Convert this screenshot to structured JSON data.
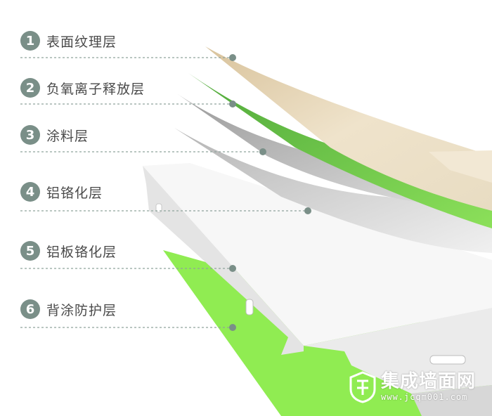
{
  "layers": [
    {
      "num": "1",
      "label": "表面纹理层"
    },
    {
      "num": "2",
      "label": "负氧离子释放层"
    },
    {
      "num": "3",
      "label": "涂料层"
    },
    {
      "num": "4",
      "label": "铝铬化层"
    },
    {
      "num": "5",
      "label": "铝板铬化层"
    },
    {
      "num": "6",
      "label": "背涂防护层"
    }
  ],
  "logo": {
    "name": "集成墙面网",
    "url": "www.jcqm001.com"
  },
  "colors": {
    "badge": "#7a8f88",
    "green": "#6fcf52",
    "lime": "#90ec52",
    "texture": "#ede0c6",
    "panel": "#f7f7f7",
    "leader_dot": "#7a8f88"
  }
}
